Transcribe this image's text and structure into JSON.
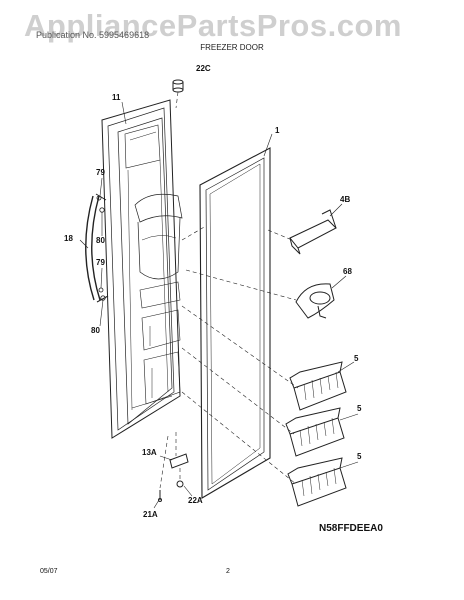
{
  "header": {
    "watermark": "AppliancePartsPros.com",
    "model_line": "Publication No. 5995469618",
    "section_title": "FREEZER DOOR"
  },
  "callouts": {
    "c22c": "22C",
    "c11": "11",
    "c1": "1",
    "c79a": "79",
    "c18": "18",
    "c80a": "80",
    "c79b": "79",
    "c80b": "80",
    "c4b": "4B",
    "c68": "68",
    "c5a": "5",
    "c5b": "5",
    "c5c": "5",
    "c13a": "13A",
    "c22a": "22A",
    "c21a": "21A"
  },
  "diagram_code": "N58FFDEEA0",
  "footer": {
    "date": "05/07",
    "page": "2"
  }
}
